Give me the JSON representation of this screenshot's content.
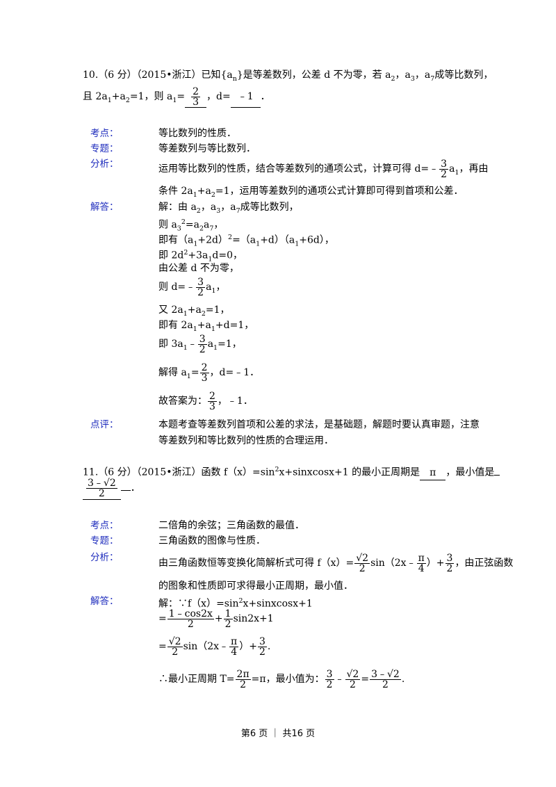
{
  "q10": {
    "head": "10.（6 分）（2015•浙江）已知{a",
    "head_sub": "n",
    "head_rest1": "}是等差数列，公差 d 不为零，若 a",
    "s2": "2",
    "c1": "，a",
    "s3": "3",
    "c2": "，a",
    "s7": "7",
    "tail": "成等比数列，",
    "line2a": "且 2a",
    "line2b": "+a",
    "line2c": "=1，则 a",
    "line2d": "=",
    "ans1_num": "2",
    "ans1_den": "3",
    "line2e": "，d=",
    "ans2": "﹣1",
    "line2f": "．",
    "labels": {
      "kaodian": "考点：",
      "zhuanti": "专题：",
      "fenxi": "分析：",
      "jieda": "解答：",
      "dianping": "点评："
    },
    "kaodian": "等比数列的性质．",
    "zhuanti": "等差数列与等比数列．",
    "fenxi1a": "运用等比数列的性质，结合等差数列的通项公式，计算可得 d=﹣",
    "fenxi1_num": "3",
    "fenxi1_den": "2",
    "fenxi1b": "a",
    "fenxi1c": "，再由",
    "fenxi2a": "条件 2a",
    "fenxi2b": "+a",
    "fenxi2c": "=1，运用等差数列的通项公式计算即可得到首项和公差．",
    "jd1": "解：由 a",
    "jd1b": "，a",
    "jd1c": "，a",
    "jd1d": "成等比数列，",
    "jd2a": "则 a",
    "jd2b": "=a",
    "jd2c": "a",
    "jd2d": "，",
    "jd3a": "即有（a",
    "jd3b": "+2d）",
    "jd3c": "=（a",
    "jd3d": "+d）（a",
    "jd3e": "+6d），",
    "jd4a": "即 2d",
    "jd4b": "+3a",
    "jd4c": "d=0，",
    "jd5": "由公差 d 不为零，",
    "jd6a": "则 d=﹣",
    "jd6_num": "3",
    "jd6_den": "2",
    "jd6b": "a",
    "jd6c": "，",
    "jd7a": "又 2a",
    "jd7b": "+a",
    "jd7c": "=1，",
    "jd8a": "即有 2a",
    "jd8b": "+a",
    "jd8c": "+d=1，",
    "jd9a": "即 3a",
    "jd9b": "﹣",
    "jd9_num": "3",
    "jd9_den": "2",
    "jd9c": "a",
    "jd9d": "=1，",
    "jd10a": "解得 a",
    "jd10b": "=",
    "jd10_num": "2",
    "jd10_den": "3",
    "jd10c": "，d=﹣1．",
    "jd11a": "故答案为：",
    "jd11_num": "2",
    "jd11_den": "3",
    "jd11b": "，﹣1．",
    "dp1": "本题考查等差数列首项和公差的求法，是基础题，解题时要认真审题，注意",
    "dp2": "等差数列和等比数列的性质的合理运用．"
  },
  "q11": {
    "head1": "11.（6 分）（2015•浙江）函数 f（x）=sin",
    "head_sup": "2",
    "head2": "x+sinxcosx+1 的最小正周期是",
    "ans1": "π",
    "head3": "，最小值是",
    "ans2_num": "3﹣√2",
    "ans2_den": "2",
    "tail": "．",
    "kaodian": "二倍角的余弦；三角函数的最值．",
    "zhuanti": "三角函数的图像与性质．",
    "fenxi1a": "由三角函数恒等变换化简解析式可得 f（x）=",
    "fenxi1_num": "√2",
    "fenxi1_den": "2",
    "fenxi1b": "sin（2x﹣",
    "fenxi1_pi_num": "π",
    "fenxi1_pi_den": "4",
    "fenxi1c": "）+",
    "fenxi1_c_num": "3",
    "fenxi1_c_den": "2",
    "fenxi1d": "，由正弦函数",
    "fenxi2": "的图象和性质即可求得最小正周期，最小值．",
    "jd1a": "解：∵f（x）=sin",
    "jd1b": "x+sinxcosx+1",
    "jd2a": "=",
    "jd2_num": "1﹣cos2x",
    "jd2_den": "2",
    "jd2b": "+",
    "jd2_h_num": "1",
    "jd2_h_den": "2",
    "jd2c": "sin2x+1",
    "jd3a": "=",
    "jd3_num": "√2",
    "jd3_den": "2",
    "jd3b": "sin（2x﹣",
    "jd3_pi_num": "π",
    "jd3_pi_den": "4",
    "jd3c": "）+",
    "jd3_c_num": "3",
    "jd3_c_den": "2",
    "jd3d": ".",
    "jd4a": "∴最小正周期 T=",
    "jd4_num": "2π",
    "jd4_den": "2",
    "jd4b": "=π，最小值为：",
    "jd4_a_num": "3",
    "jd4_a_den": "2",
    "jd4c": "﹣",
    "jd4_b_num": "√2",
    "jd4_b_den": "2",
    "jd4d": "=",
    "jd4_r_num": "3﹣√2",
    "jd4_r_den": "2",
    "jd4e": "."
  },
  "footer": "第6 页 ｜ 共16 页"
}
